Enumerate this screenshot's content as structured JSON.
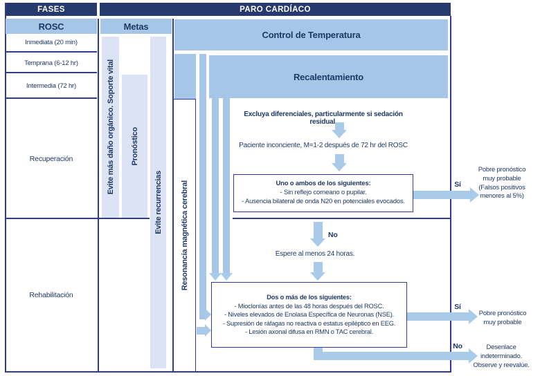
{
  "colors": {
    "navy": "#273a6e",
    "light_blue": "#a6c6e8",
    "pale_blue": "#dbe3f4",
    "border": "#333a93",
    "arrow": "#a9cbea",
    "text": "#1f3864"
  },
  "header": {
    "fases": "FASES",
    "paro_cardiaco": "PARO CARDÍACO"
  },
  "phases_column": {
    "header": "ROSC",
    "rows": [
      "Inmediata (20 min)",
      "Temprana (6-12 hr)",
      "Intermedia (72 hr)",
      "Recuperación",
      "Rehabilitación"
    ]
  },
  "goals_column": {
    "header": "Metas",
    "bar_soporte": "Evite más daño orgánico. Soporte vital",
    "bar_pronostico": "Pronóstico",
    "bar_recurrencias": "Evite recurrencias",
    "bar_resonancia": "Resonancia magnética cerebral"
  },
  "flow": {
    "control_temperatura": "Control de Temperatura",
    "recalentamiento": "Recalentamiento",
    "excluya": "Excluya diferenciales, particularmente si sedación residual.",
    "paciente": "Paciente inconciente, M=1-2 después de 72 hr del ROSC",
    "decision1": {
      "title": "Uno o ambos de los siguientes:",
      "items": [
        "- Sin reflejo corneano o pupilar.",
        "- Ausencia bilateral de onda N20 en potenciales evocados."
      ]
    },
    "label_si_1": "Sí",
    "label_no_1": "No",
    "espere": "Espere al menos 24 horas.",
    "decision2": {
      "title": "Dos o más de los siguientes:",
      "items": [
        "- Mioclonías antes de las 48 horas después del ROSC.",
        "- Niveles elevados de Enolasa Específica de Neuronas (NSE).",
        "- Supresión de ráfagas no reactiva o estatus epiléptico en EEG.",
        "- Lesión axonal difusa en RMN o TAC cerebral."
      ]
    },
    "label_si_2": "Sí",
    "label_no_2": "No"
  },
  "outcomes": {
    "outcome1": "Pobre pronóstico\nmuy probable\n(Falsos positivos\nmenores al 5%)",
    "outcome2": "Pobre pronóstico\nmuy probable",
    "outcome3": "Desenlace\nindeterminado.\nObserve y reevalúe."
  }
}
